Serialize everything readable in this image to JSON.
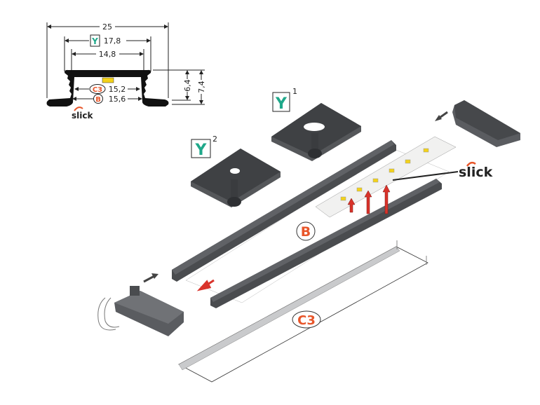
{
  "dimensions": {
    "total_width": "25",
    "y_width": "17,8",
    "inner_width": "14,8",
    "c3_width": "15,2",
    "b_width": "15,6",
    "height_inner": "6,4",
    "height_total": "7,4"
  },
  "labels": {
    "y": "Y",
    "b": "B",
    "c3": "C3",
    "y1_sup": "1",
    "y2_sup": "2",
    "slick": "slick"
  },
  "colors": {
    "profile": "#4a4c4f",
    "accent_orange": "#e8562a",
    "y_teal": "#1fa88a",
    "arrow_red": "#d9332b",
    "led_yellow": "#f3d21a"
  }
}
